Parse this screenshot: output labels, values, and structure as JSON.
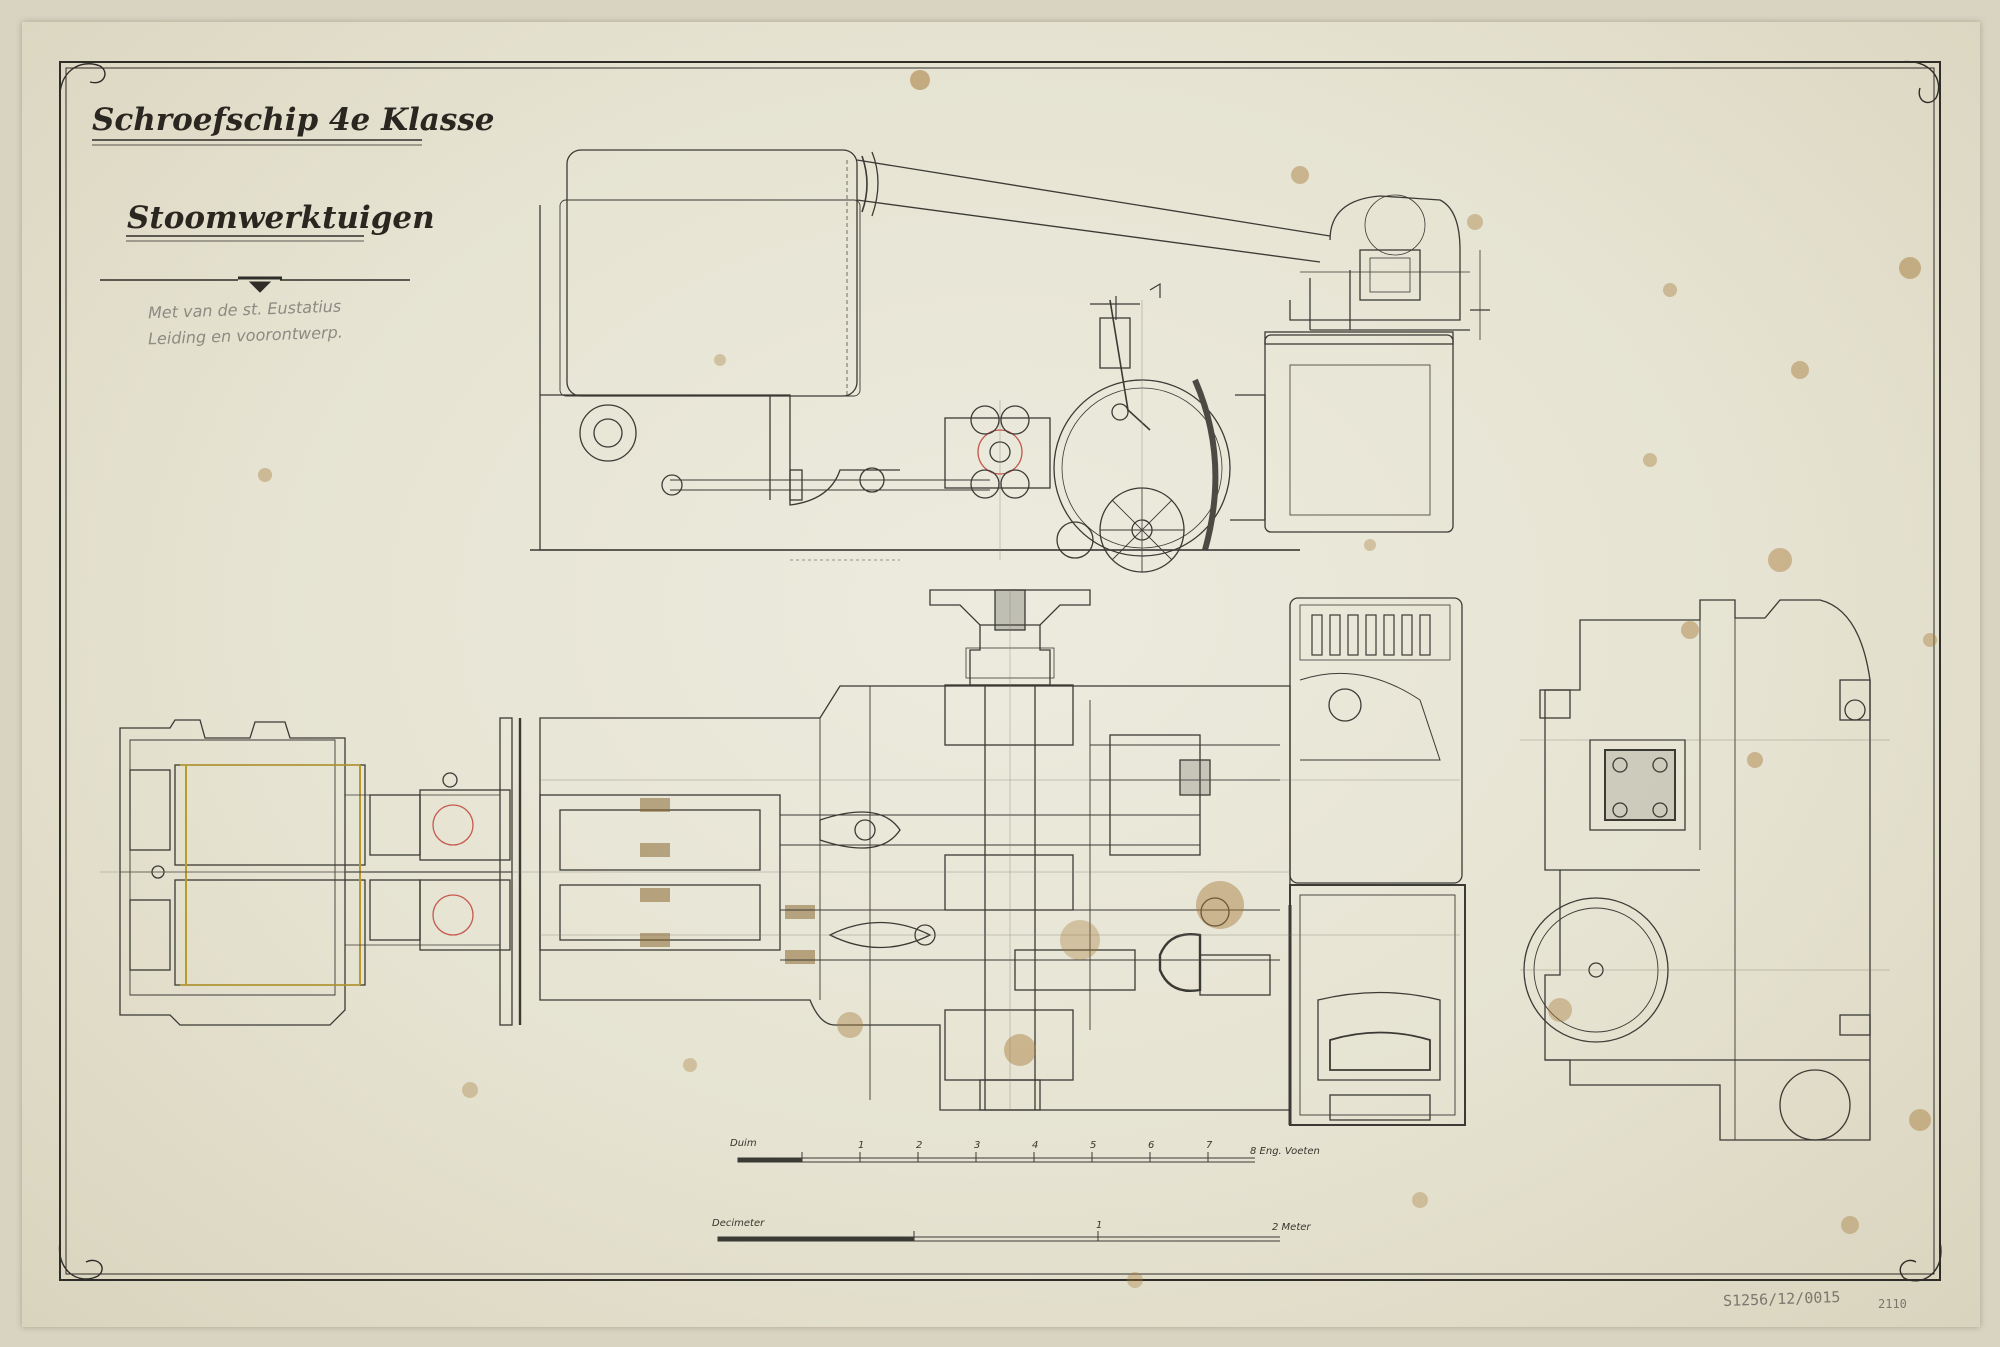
{
  "drawing": {
    "title": "Schroefschip 4e Klasse",
    "subtitle": "Stoomwerktuigen",
    "pencil_note_line1": "Met van de st. Eustatius",
    "pencil_note_line2": "Leiding en voorontwerp.",
    "archive_ref": "S1256/12/0015",
    "archive_number": "2110"
  },
  "scales": {
    "upper_label_left": "Duim",
    "upper_ticks": [
      "1",
      "2",
      "3",
      "4",
      "5",
      "6",
      "7"
    ],
    "upper_label_right": "8 Eng. Voeten",
    "lower_label_left": "Decimeter",
    "lower_tick": "1",
    "lower_label_right": "2 Meter"
  },
  "colors": {
    "paper": "#e8e6d6",
    "ink": "#3b3a35",
    "fine_ink": "#6d6b64",
    "red_construction": "#c55a4e",
    "stain": "#a67b3a"
  }
}
